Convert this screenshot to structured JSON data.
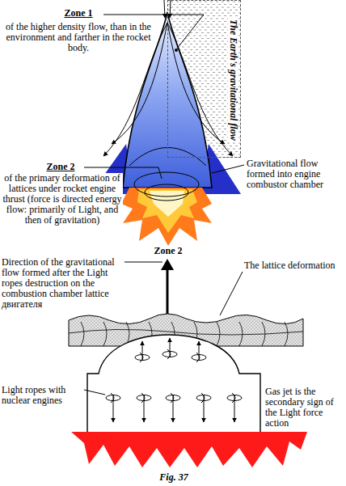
{
  "diagram": {
    "caption": "Fig. 37",
    "nodes": [
      {
        "text": [
          "The Earth's gravitational flow"
        ]
      }
    ],
    "labels": [
      "Zone 1",
      "of the higher density flow, than in the environment and farther in the rocket body.",
      "Zone 2",
      "of the primary deformation of lattices under rocket engine thrust (force is directed energy flow: primarily of Light, and then of gravitation)",
      "Gravitational flow formed into engine combustor chamber",
      "Zone 2",
      "Direction of the gravitational flow formed after the Light ropes destruction on the combustion chamber lattice двигателя",
      "The lattice deformation",
      "Light ropes with nuclear engines",
      "Gas jet is the secondary sign of the Light force action"
    ]
  }
}
